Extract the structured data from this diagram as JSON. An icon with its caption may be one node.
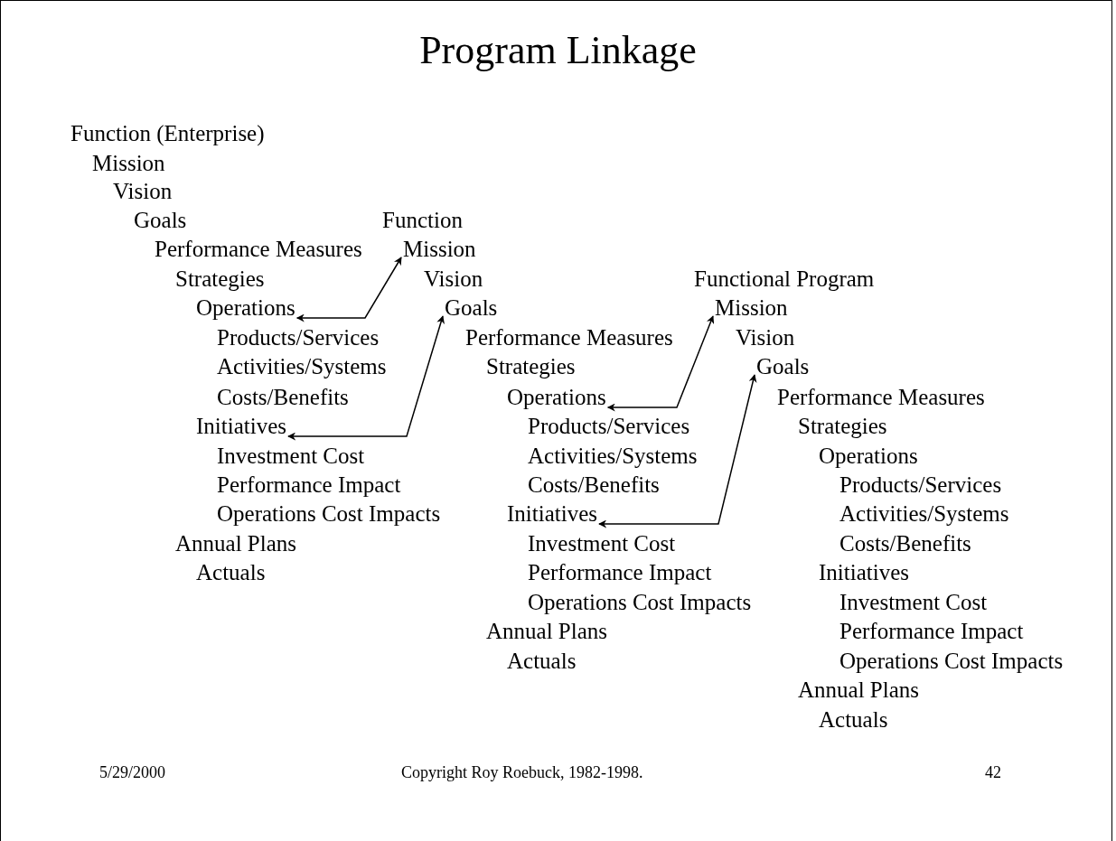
{
  "diagram": {
    "title": "Program Linkage",
    "nodes": [
      {
        "text": [
          "Operations"
        ]
      },
      {
        "text": [
          "Initiatives"
        ]
      },
      {
        "text": [
          "Mission"
        ]
      },
      {
        "text": [
          "Goals"
        ]
      },
      {
        "text": [
          "Operations"
        ]
      },
      {
        "text": [
          "Initiatives"
        ]
      },
      {
        "text": [
          "Mission"
        ]
      },
      {
        "text": [
          "Goals"
        ]
      }
    ],
    "edges": [
      {
        "from": 0,
        "to": 2,
        "arrow": "both"
      },
      {
        "from": 1,
        "to": 3,
        "arrow": "both"
      },
      {
        "from": 4,
        "to": 6,
        "arrow": "both"
      },
      {
        "from": 5,
        "to": 7,
        "arrow": "both"
      }
    ],
    "labels": [
      "Function (Enterprise)",
      "Mission",
      "Vision",
      "Goals",
      "Performance Measures",
      "Strategies",
      "Products/Services",
      "Activities/Systems",
      "Costs/Benefits",
      "Investment Cost",
      "Performance Impact",
      "Operations Cost Impacts",
      "Annual Plans",
      "Actuals",
      "Function",
      "Vision",
      "Performance Measures",
      "Strategies",
      "Products/Services",
      "Activities/Systems",
      "Costs/Benefits",
      "Investment Cost",
      "Performance Impact",
      "Operations Cost Impacts",
      "Annual Plans",
      "Actuals",
      "Functional Program",
      "Vision",
      "Performance Measures",
      "Strategies",
      "Operations",
      "Products/Services",
      "Activities/Systems",
      "Costs/Benefits",
      "Initiatives",
      "Investment Cost",
      "Performance Impact",
      "Operations Cost Impacts",
      "Annual Plans",
      "Actuals",
      "5/29/2000",
      "Copyright Roy Roebuck, 1982-1998.",
      "42"
    ]
  }
}
